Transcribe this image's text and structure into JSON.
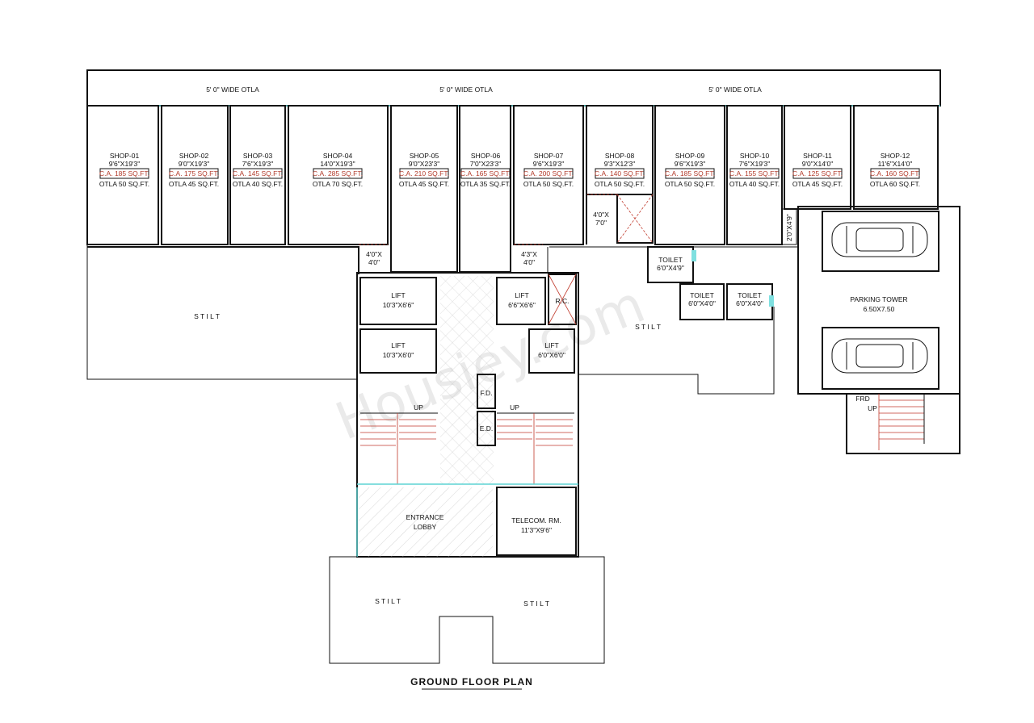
{
  "plan_title": "GROUND FLOOR PLAN",
  "watermark": "Housiey.com",
  "otla_labels": [
    "5' 0\" WIDE OTLA",
    "5' 0\" WIDE OTLA",
    "5' 0\" WIDE OTLA"
  ],
  "shops": [
    {
      "name": "SHOP-01",
      "dims": "9'6\"X19'3\"",
      "ca": "C.A. 185 SQ.FT.",
      "otla": "OTLA 50 SQ.FT."
    },
    {
      "name": "SHOP-02",
      "dims": "9'0\"X19'3\"",
      "ca": "C.A. 175 SQ.FT.",
      "otla": "OTLA 45 SQ.FT."
    },
    {
      "name": "SHOP-03",
      "dims": "7'6\"X19'3\"",
      "ca": "C.A. 145 SQ.FT.",
      "otla": "OTLA 40 SQ.FT."
    },
    {
      "name": "SHOP-04",
      "dims": "14'0\"X19'3\"",
      "ca": "C.A. 285 SQ.FT.",
      "otla": "OTLA 70 SQ.FT."
    },
    {
      "name": "SHOP-05",
      "dims": "9'0\"X23'3\"",
      "ca": "C.A. 210 SQ.FT.",
      "otla": "OTLA 45 SQ.FT."
    },
    {
      "name": "SHOP-06",
      "dims": "7'0\"X23'3\"",
      "ca": "C.A. 165 SQ.FT.",
      "otla": "OTLA 35 SQ.FT."
    },
    {
      "name": "SHOP-07",
      "dims": "9'6\"X19'3\"",
      "ca": "C.A. 200 SQ.FT.",
      "otla": "OTLA 50 SQ.FT."
    },
    {
      "name": "SHOP-08",
      "dims": "9'3\"X12'3\"",
      "ca": "C.A. 140 SQ.FT.",
      "otla": "OTLA 50 SQ.FT."
    },
    {
      "name": "SHOP-09",
      "dims": "9'6\"X19'3\"",
      "ca": "C.A. 185 SQ.FT.",
      "otla": "OTLA 50 SQ.FT."
    },
    {
      "name": "SHOP-10",
      "dims": "7'6\"X19'3\"",
      "ca": "C.A. 155 SQ.FT.",
      "otla": "OTLA 40 SQ.FT."
    },
    {
      "name": "SHOP-11",
      "dims": "9'0\"X14'0\"",
      "ca": "C.A. 125 SQ.FT.",
      "otla": "OTLA 45 SQ.FT."
    },
    {
      "name": "SHOP-12",
      "dims": "11'6\"X14'0\"",
      "ca": "C.A. 160 SQ.FT.",
      "otla": "OTLA 60 SQ.FT."
    }
  ],
  "small_dims": {
    "d1_a": "4'0\"X",
    "d1_b": "4'0\"",
    "d2_a": "4'3\"X",
    "d2_b": "4'0\"",
    "d3_a": "4'0\"X",
    "d3_b": "7'0\"",
    "d4": "2'0\"X4'9\""
  },
  "rooms": {
    "lift1_name": "LIFT",
    "lift1_dims": "10'3\"X6'6\"",
    "lift2_name": "LIFT",
    "lift2_dims": "10'3\"X6'0\"",
    "lift3_name": "LIFT",
    "lift3_dims": "6'6\"X6'6\"",
    "lift4_name": "LIFT",
    "lift4_dims": "6'0\"X6'0\"",
    "rc": "R.C.",
    "fd": "F.D.",
    "ed": "E.D.",
    "toilet1_name": "TOILET",
    "toilet1_dims": "6'0\"X4'9\"",
    "toilet2_name": "TOILET",
    "toilet2_dims": "6'0\"X4'0\"",
    "toilet3_name": "TOILET",
    "toilet3_dims": "6'0\"X4'0\"",
    "parking_name": "PARKING TOWER",
    "parking_dims": "6.50X7.50",
    "frd": "FRD",
    "up1": "UP",
    "up2": "UP",
    "up3": "UP",
    "lobby_a": "ENTRANCE",
    "lobby_b": "LOBBY",
    "telecom_name": "TELECOM. RM.",
    "telecom_dims": "11'3\"X9'6\"",
    "stilt1": "S T I L T",
    "stilt2": "S T I L T",
    "stilt3": "S T I L T",
    "stilt4": "S T I L T"
  }
}
